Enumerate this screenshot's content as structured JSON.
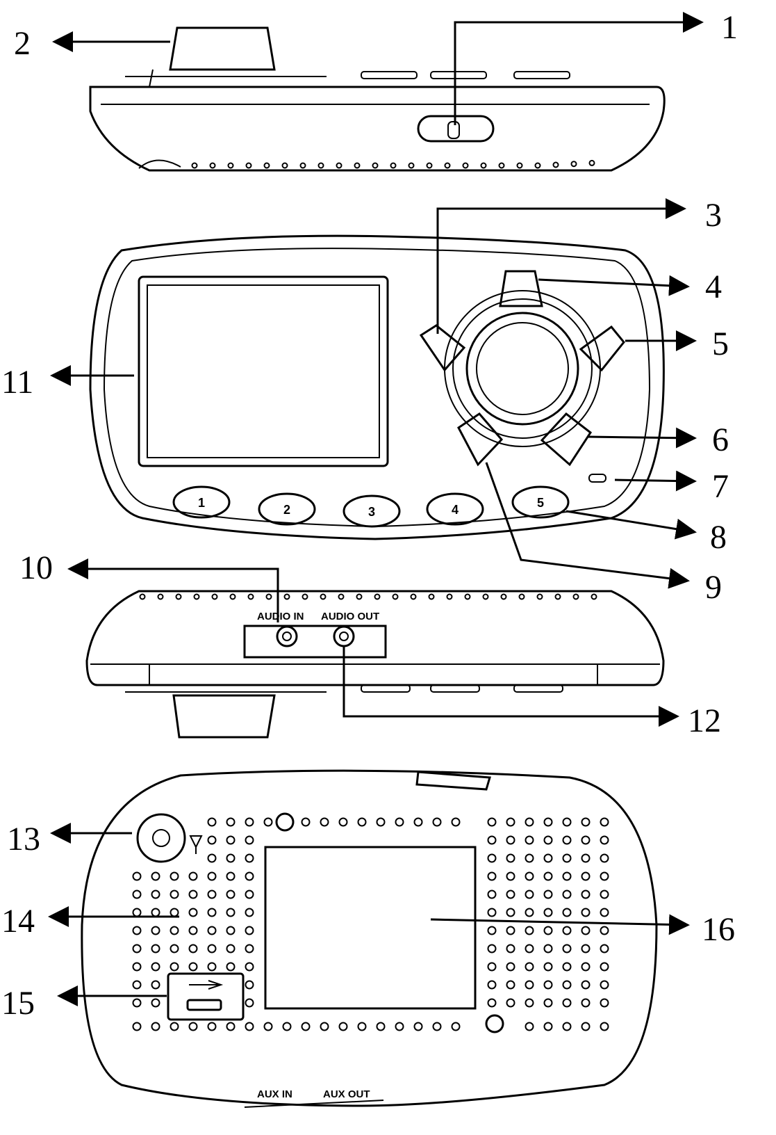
{
  "callouts": {
    "c1": "1",
    "c2": "2",
    "c3": "3",
    "c4": "4",
    "c5": "5",
    "c6": "6",
    "c7": "7",
    "c8": "8",
    "c9": "9",
    "c10": "10",
    "c11": "11",
    "c12": "12",
    "c13": "13",
    "c14": "14",
    "c15": "15",
    "c16": "16"
  },
  "preset_buttons": [
    "1",
    "2",
    "3",
    "4",
    "5"
  ],
  "jack_labels": {
    "audio_in": "AUDIO IN",
    "audio_out": "AUDIO OUT"
  },
  "bottom_labels": {
    "aux_in": "AUX IN",
    "aux_out": "AUX OUT"
  },
  "colors": {
    "line": "#000000",
    "background": "#ffffff"
  }
}
